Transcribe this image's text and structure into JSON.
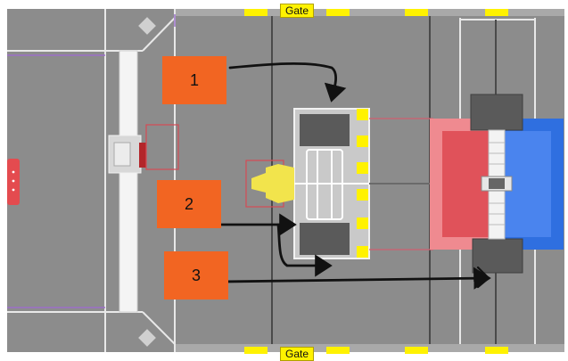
{
  "gates": {
    "top_label": "Gate",
    "bottom_label": "Gate"
  },
  "zones": [
    {
      "label": "1",
      "fill": "#f26522"
    },
    {
      "label": "2",
      "fill": "#f26522"
    },
    {
      "label": "3",
      "fill": "#f26522"
    }
  ],
  "colors": {
    "field": "#8c8c8c",
    "line": "#e8e8e8",
    "robot_dark": "#5a5a5a",
    "marker_yellow": "#fff200",
    "red_alliance": "#e8555a",
    "blue_alliance": "#2f6fe0",
    "arrow": "#111111"
  }
}
